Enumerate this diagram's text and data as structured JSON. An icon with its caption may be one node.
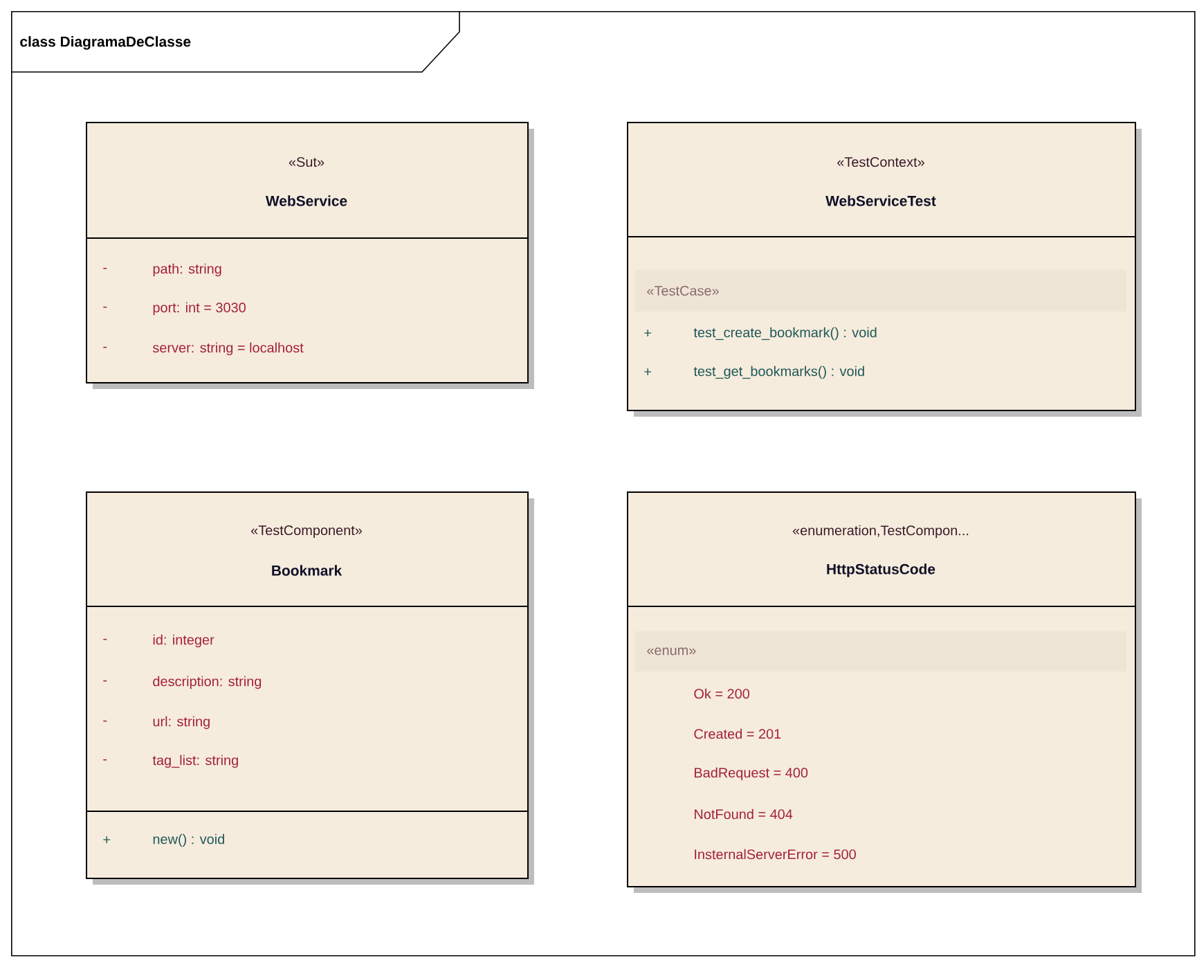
{
  "diagram": {
    "nodes": [
      {
        "text": [
          "class DiagramaDeClasse"
        ]
      },
      {
        "text": [
          "«Sut»",
          "WebService",
          "-",
          "path: string",
          "-",
          "port: int = 3030",
          "-",
          "server: string = localhost"
        ],
        "in": 0
      },
      {
        "text": [
          "«TestContext»",
          "WebServiceTest",
          "«TestCase»",
          "+",
          "test_create_bookmark() : void",
          "+",
          "test_get_bookmarks() : void"
        ],
        "in": 0
      },
      {
        "text": [
          "«TestComponent»",
          "Bookmark",
          "-",
          "id: integer",
          "-",
          "description: string",
          "-",
          "url: string",
          "-",
          "tag_list: string",
          "+",
          "new() : void"
        ],
        "in": 0
      },
      {
        "text": [
          "«enumeration,TestCompon...",
          "HttpStatusCode",
          "«enum»",
          "Ok = 200",
          "Created = 201",
          "BadRequest = 400",
          "NotFound = 404",
          "InsternalServerError = 500"
        ],
        "in": 0
      }
    ],
    "edges": []
  }
}
